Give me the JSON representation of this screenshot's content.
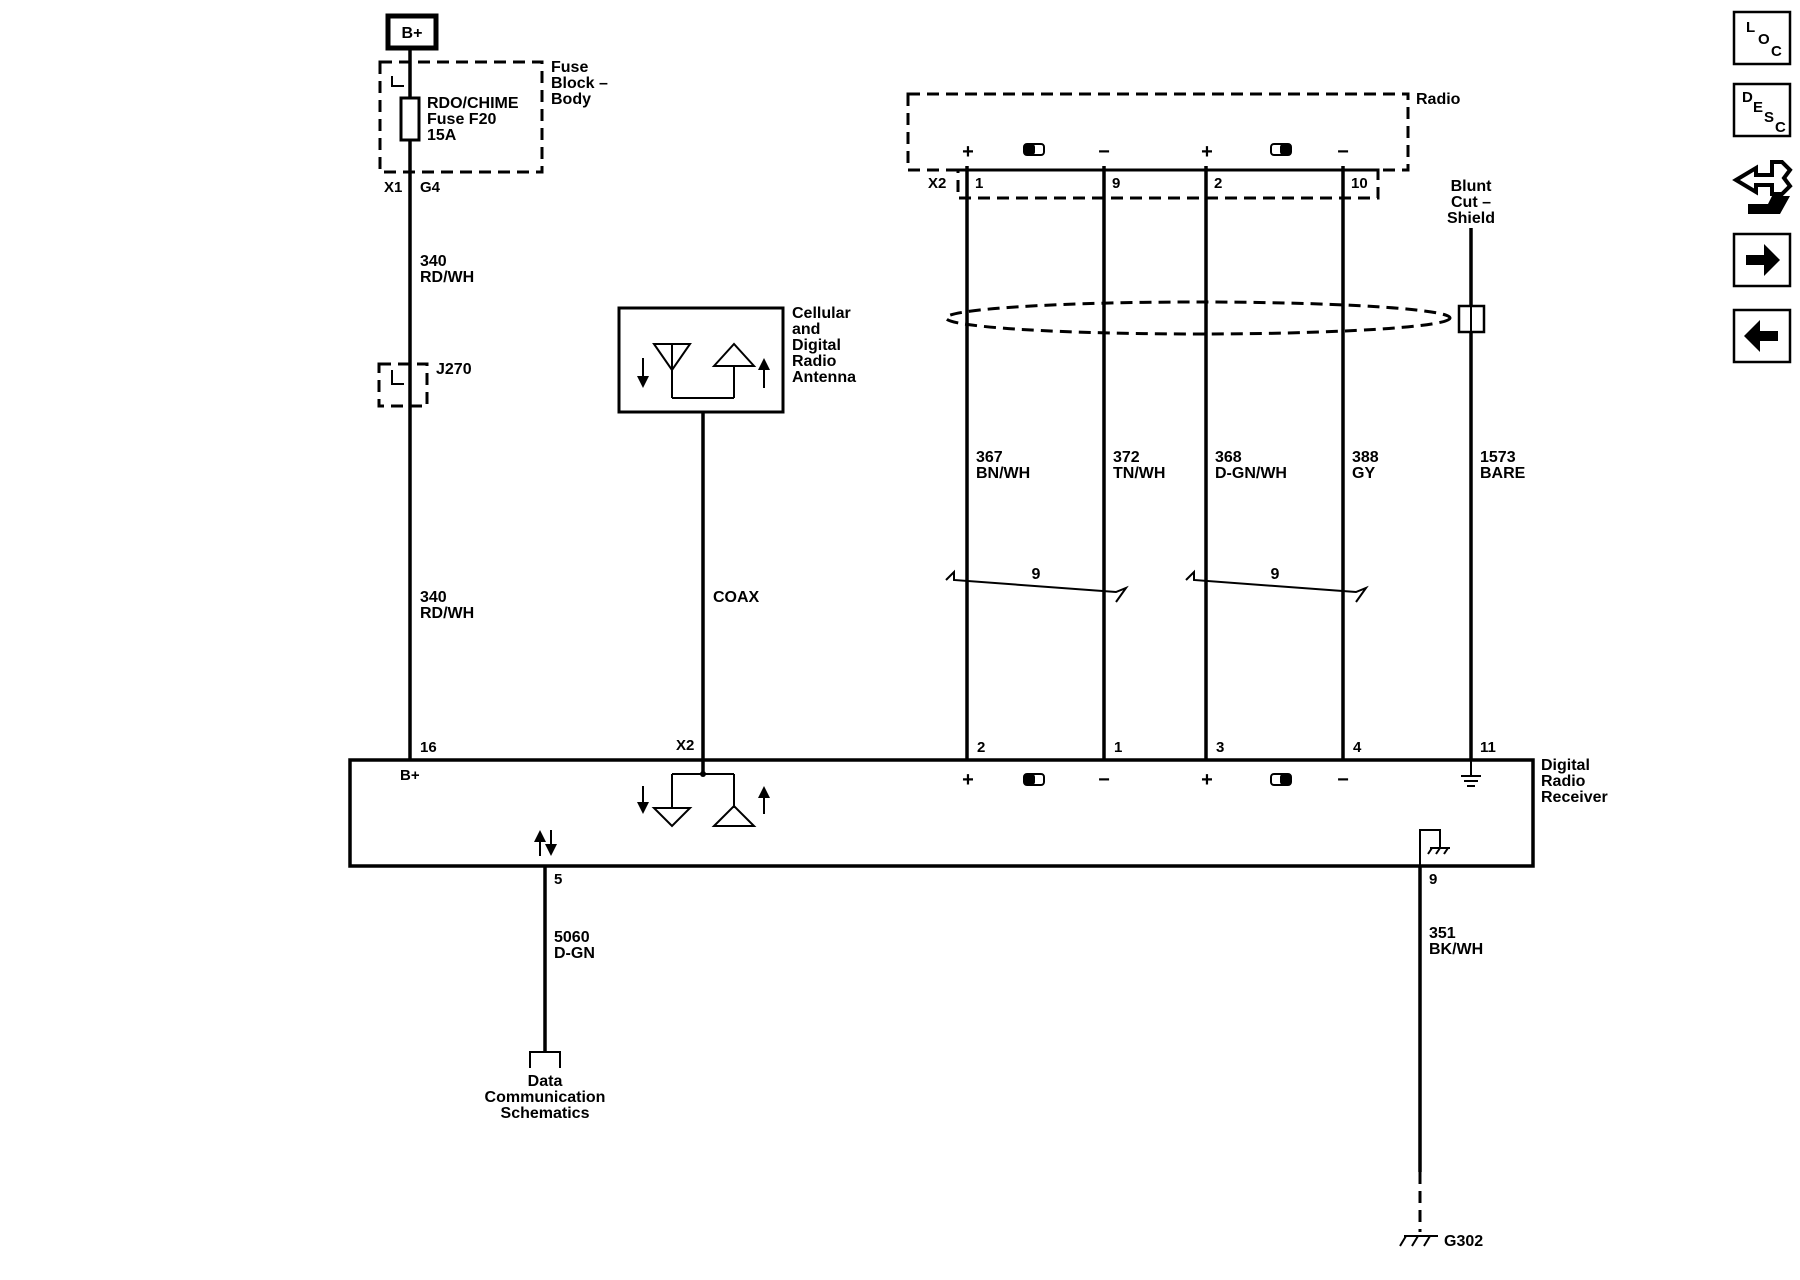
{
  "power": {
    "label": "B+"
  },
  "fuse_block": {
    "label_line1": "Fuse",
    "label_line2": "Block –",
    "label_line3": "Body",
    "fuse_line1": "RDO/CHIME",
    "fuse_line2": "Fuse F20",
    "fuse_line3": "15A",
    "connector": "X1",
    "pin": "G4"
  },
  "wires": {
    "w340_upper_circuit": "340",
    "w340_upper_color": "RD/WH",
    "splice": "J270",
    "w340_lower_circuit": "340",
    "w340_lower_color": "RD/WH",
    "coax": "COAX",
    "w367_circuit": "367",
    "w367_color": "BN/WH",
    "w372_circuit": "372",
    "w372_color": "TN/WH",
    "w368_circuit": "368",
    "w368_color": "D-GN/WH",
    "w388_circuit": "388",
    "w388_color": "GY",
    "w1573_circuit": "1573",
    "w1573_color": "BARE",
    "twist_left": "9",
    "twist_right": "9",
    "w5060_circuit": "5060",
    "w5060_color": "D-GN",
    "w351_circuit": "351",
    "w351_color": "BK/WH"
  },
  "antenna": {
    "line1": "Cellular",
    "line2": "and",
    "line3": "Digital",
    "line4": "Radio",
    "line5": "Antenna"
  },
  "radio": {
    "label": "Radio",
    "connector": "X2",
    "pins": [
      "1",
      "9",
      "2",
      "10"
    ],
    "symbols": [
      "+",
      "−",
      "+",
      "−"
    ]
  },
  "shield": {
    "line1": "Blunt",
    "line2": "Cut –",
    "line3": "Shield"
  },
  "receiver": {
    "line1": "Digital",
    "line2": "Radio",
    "line3": "Receiver",
    "bplus_pin": "16",
    "bplus_label": "B+",
    "coax_connector": "X2",
    "pins_top": [
      "2",
      "1",
      "3",
      "4",
      "11"
    ],
    "symbols": [
      "+",
      "−",
      "+",
      "−"
    ],
    "data_pin": "5",
    "ground_pin": "9"
  },
  "data_comm": {
    "line1": "Data",
    "line2": "Communication",
    "line3": "Schematics"
  },
  "ground": {
    "label": "G302"
  },
  "nav": {
    "loc": [
      "L",
      "O",
      "C"
    ],
    "desc": [
      "D",
      "E",
      "S",
      "C"
    ],
    "buttons": [
      "connector-end-view-icon",
      "next-page-icon",
      "previous-page-icon"
    ]
  }
}
